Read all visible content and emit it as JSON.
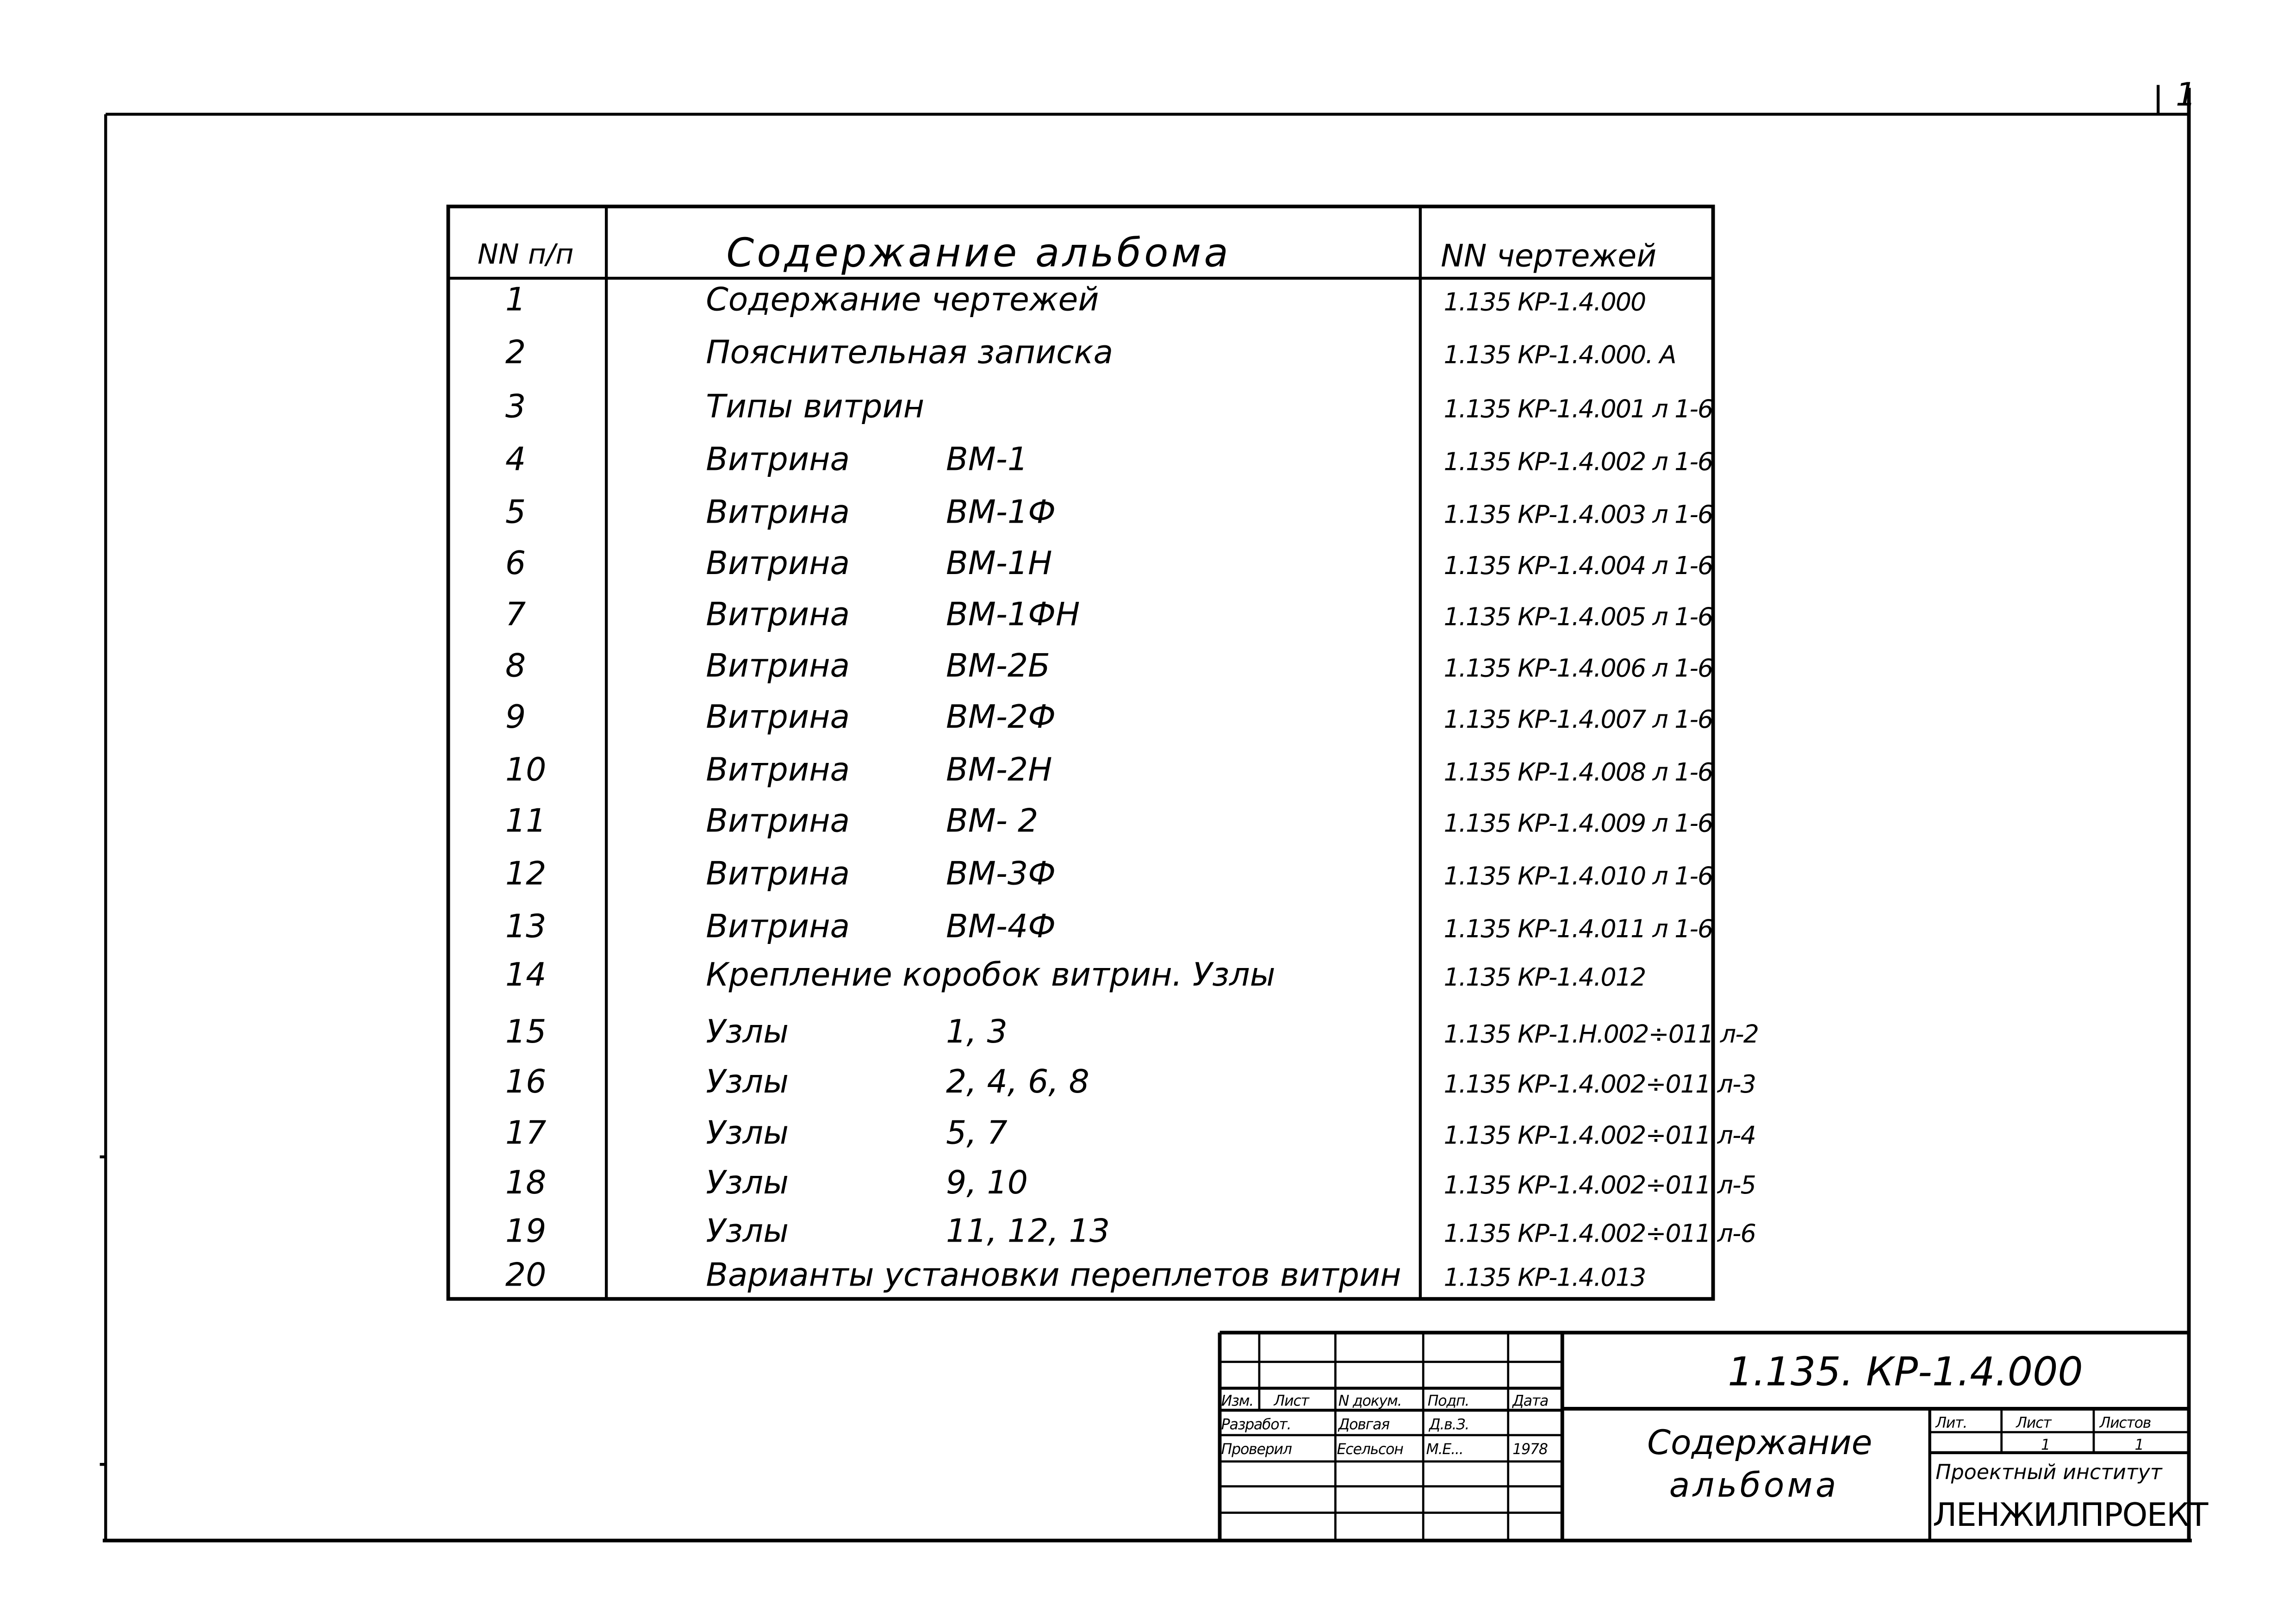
{
  "page_number": "1",
  "contents_table": {
    "headers": {
      "number": "NN п/п",
      "content": "Содержание альбома",
      "drawings": "NN чертежей"
    },
    "rows": [
      {
        "n": "1",
        "name": "Содержание чертежей",
        "item": "",
        "code": "1.135 КР-1.4.000"
      },
      {
        "n": "2",
        "name": "Пояснительная записка",
        "item": "",
        "code": "1.135 КР-1.4.000. А"
      },
      {
        "n": "3",
        "name": "Типы витрин",
        "item": "",
        "code": "1.135 КР-1.4.001 л 1-6"
      },
      {
        "n": "4",
        "name": "Витрина",
        "item": "ВМ-1",
        "code": "1.135 КР-1.4.002 л 1-6"
      },
      {
        "n": "5",
        "name": "Витрина",
        "item": "ВМ-1Ф",
        "code": "1.135 КР-1.4.003 л 1-6"
      },
      {
        "n": "6",
        "name": "Витрина",
        "item": "ВМ-1Н",
        "code": "1.135 КР-1.4.004 л 1-6"
      },
      {
        "n": "7",
        "name": "Витрина",
        "item": "ВМ-1ФН",
        "code": "1.135 КР-1.4.005 л 1-6"
      },
      {
        "n": "8",
        "name": "Витрина",
        "item": "ВМ-2Б",
        "code": "1.135 КР-1.4.006 л 1-6"
      },
      {
        "n": "9",
        "name": "Витрина",
        "item": "ВМ-2Ф",
        "code": "1.135 КР-1.4.007 л 1-6"
      },
      {
        "n": "10",
        "name": "Витрина",
        "item": "ВМ-2Н",
        "code": "1.135 КР-1.4.008 л 1-6"
      },
      {
        "n": "11",
        "name": "Витрина",
        "item": "ВМ- 2",
        "code": "1.135 КР-1.4.009 л 1-6"
      },
      {
        "n": "12",
        "name": "Витрина",
        "item": "ВМ-3Ф",
        "code": "1.135 КР-1.4.010 л 1-6"
      },
      {
        "n": "13",
        "name": "Витрина",
        "item": "ВМ-4Ф",
        "code": "1.135 КР-1.4.011 л 1-6"
      },
      {
        "n": "14",
        "name": "Крепление коробок витрин. Узлы",
        "item": "",
        "code": "1.135 КР-1.4.012"
      },
      {
        "n": "15",
        "name": "Узлы",
        "item": "1, 3",
        "code": "1.135 КР-1.Н.002÷011 л-2"
      },
      {
        "n": "16",
        "name": "Узлы",
        "item": "2, 4, 6, 8",
        "code": "1.135 КР-1.4.002÷011 л-3"
      },
      {
        "n": "17",
        "name": "Узлы",
        "item": "5, 7",
        "code": "1.135 КР-1.4.002÷011 л-4"
      },
      {
        "n": "18",
        "name": "Узлы",
        "item": "9, 10",
        "code": "1.135 КР-1.4.002÷011 л-5"
      },
      {
        "n": "19",
        "name": "Узлы",
        "item": "11, 12, 13",
        "code": "1.135 КР-1.4.002÷011 л-6"
      },
      {
        "n": "20",
        "name": "Варианты установки переплетов витрин",
        "item": "",
        "code": "1.135 КР-1.4.013"
      }
    ]
  },
  "title_block": {
    "document_code": "1.135. КР-1.4.000",
    "title_line1": "Содержание",
    "title_line2": "альбома",
    "col_headers": [
      "Изм.",
      "Лист",
      "N докум.",
      "Подп.",
      "Дата"
    ],
    "developed_label": "Разработ.",
    "developed_name": "Довгая",
    "developed_sign": "Д.в.З.",
    "checked_label": "Проверил",
    "checked_name": "Есельсон",
    "checked_sign": "М.Е...",
    "checked_date": "1978",
    "stage_label": "Лит.",
    "sheet_label": "Лист",
    "sheets_label": "Листов",
    "sheet_value": "1",
    "sheets_value": "1",
    "institute_label": "Проектный институт",
    "institute_name": "ЛЕНЖИЛПРОЕКТ"
  }
}
